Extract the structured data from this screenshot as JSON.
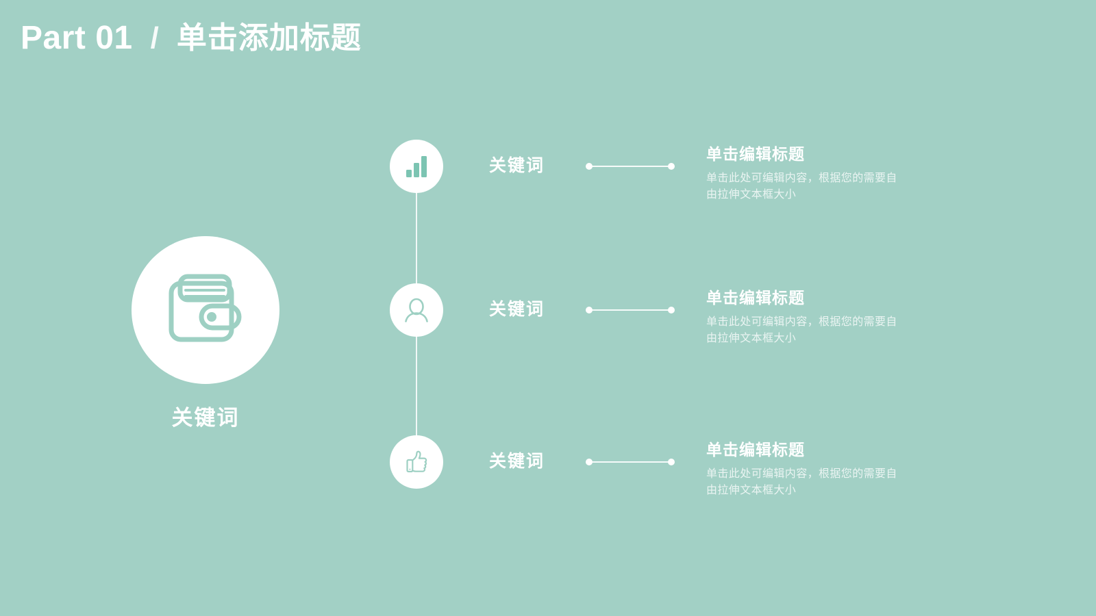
{
  "theme": {
    "background": "#a2d0c5",
    "foreground": "#ffffff",
    "icon_color": "#9ed0c3"
  },
  "header": {
    "part_label": "Part 01",
    "separator": "/",
    "title": "单击添加标题"
  },
  "hub": {
    "icon": "wallet-icon",
    "label": "关键词"
  },
  "items": [
    {
      "icon": "bar-chart-icon",
      "keyword": "关键词",
      "title": "单击编辑标题",
      "body": "单击此处可编辑内容，根据您的需要自由拉伸文本框大小"
    },
    {
      "icon": "person-icon",
      "keyword": "关键词",
      "title": "单击编辑标题",
      "body": "单击此处可编辑内容，根据您的需要自由拉伸文本框大小"
    },
    {
      "icon": "thumbs-up-icon",
      "keyword": "关键词",
      "title": "单击编辑标题",
      "body": "单击此处可编辑内容，根据您的需要自由拉伸文本框大小"
    }
  ]
}
